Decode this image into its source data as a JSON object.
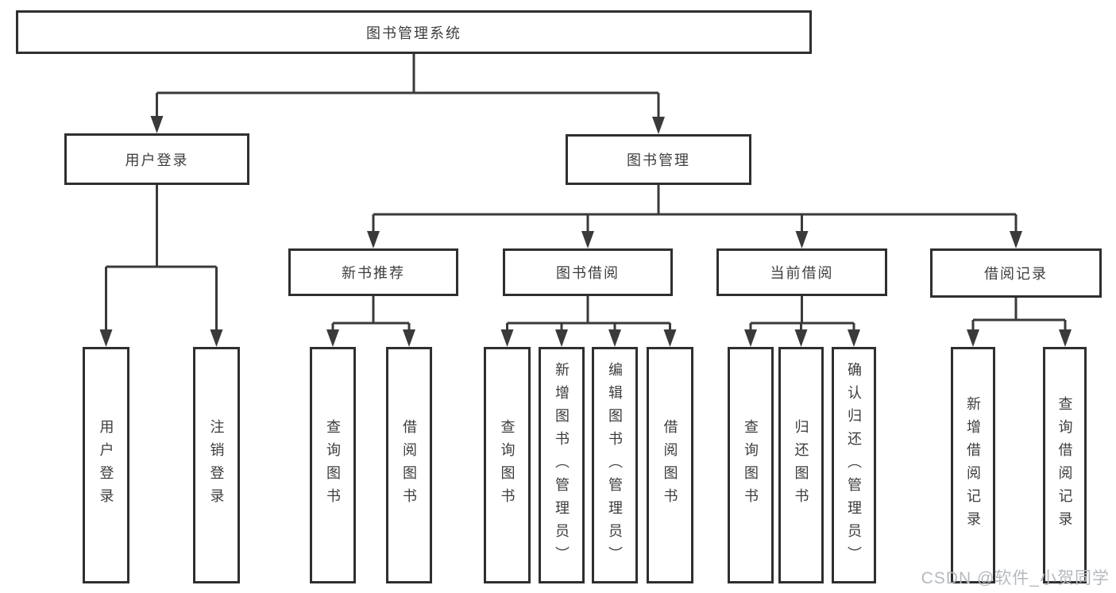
{
  "diagram": {
    "root": {
      "label": "图书管理系统"
    },
    "level2": [
      {
        "label": "用户登录"
      },
      {
        "label": "图书管理"
      }
    ],
    "level3": [
      {
        "label": "新书推荐",
        "parent": "图书管理"
      },
      {
        "label": "图书借阅",
        "parent": "图书管理"
      },
      {
        "label": "当前借阅",
        "parent": "图书管理"
      },
      {
        "label": "借阅记录",
        "parent": "图书管理"
      }
    ],
    "leaves": [
      {
        "label": "用户登录",
        "parent": "用户登录"
      },
      {
        "label": "注销登录",
        "parent": "用户登录"
      },
      {
        "label": "查询图书",
        "parent": "新书推荐"
      },
      {
        "label": "借阅图书",
        "parent": "新书推荐"
      },
      {
        "label": "查询图书",
        "parent": "图书借阅"
      },
      {
        "label": "新增图书（管理员）",
        "parent": "图书借阅"
      },
      {
        "label": "编辑图书（管理员）",
        "parent": "图书借阅"
      },
      {
        "label": "借阅图书",
        "parent": "图书借阅"
      },
      {
        "label": "查询图书",
        "parent": "当前借阅"
      },
      {
        "label": "归还图书",
        "parent": "当前借阅"
      },
      {
        "label": "确认归还（管理员）",
        "parent": "当前借阅"
      },
      {
        "label": "新增借阅记录",
        "parent": "借阅记录"
      },
      {
        "label": "查询借阅记录",
        "parent": "借阅记录"
      }
    ],
    "colors": {
      "line": "#3a3a3a",
      "box_border": "#2f2f2f",
      "text": "#3d3d3d",
      "watermark": "#b5b9bf"
    }
  },
  "watermark": {
    "text": "CSDN @软件_小贺同学"
  }
}
